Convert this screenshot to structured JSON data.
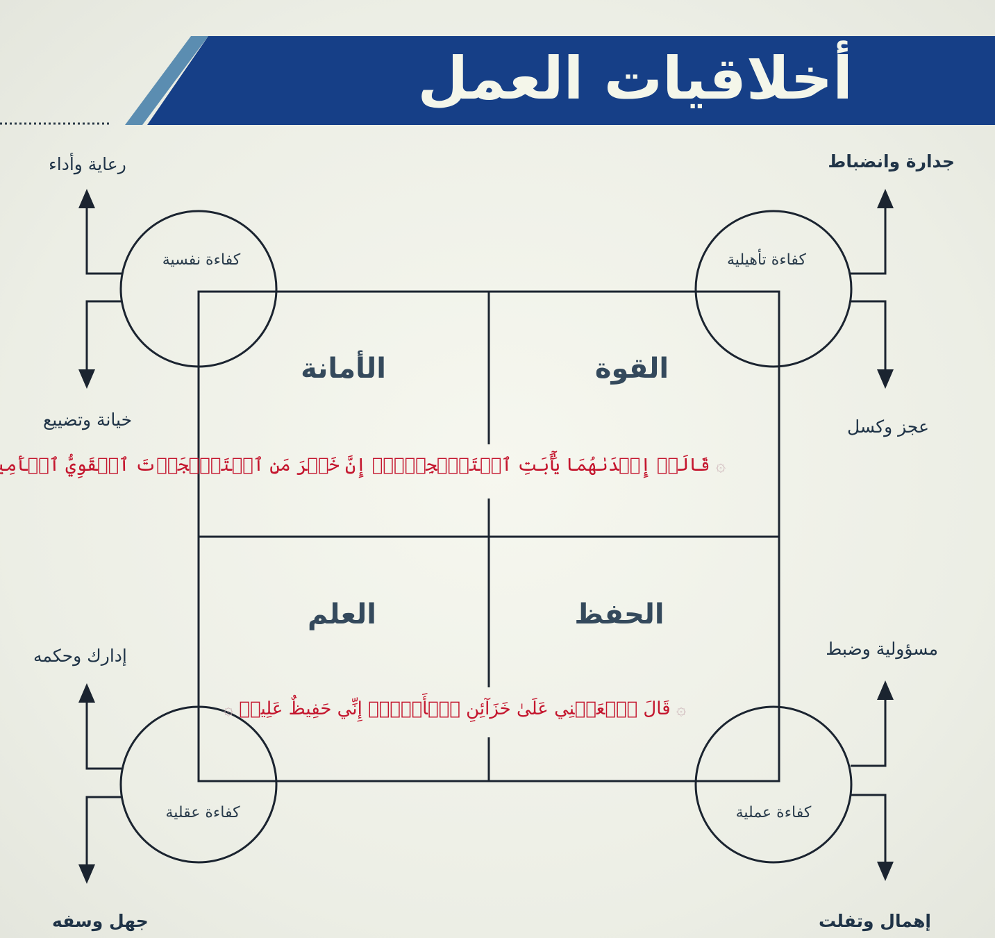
{
  "title": "أخلاقيات العمل",
  "colors": {
    "header_blue": "#163f87",
    "stripe_blue": "#5b8db1",
    "line": "#1b2430",
    "verse_red": "#c4162e",
    "heading_gray": "#34495c"
  },
  "quadrants": {
    "top_right": "القوة",
    "top_left": "الأمانة",
    "bottom_right": "الحفظ",
    "bottom_left": "العلم"
  },
  "verses": {
    "top": "قَالَتۡ إِحۡدَىٰهُمَا يَٰٓأَبَتِ ٱسۡتَـٔۡجِرۡهُۖ إِنَّ خَيۡرَ مَنِ ٱسۡتَـٔۡجَرۡتَ ٱلۡقَوِيُّ ٱلۡأَمِينُ",
    "bottom": "قَالَ ٱجۡعَلۡنِي عَلَىٰ خَزَآئِنِ ٱلۡأَرۡضِۖ إِنِّي حَفِيظٌ عَلِيمٞ"
  },
  "corners": {
    "top_right": {
      "circle": "كفاءة تأهيلية",
      "up": "جدارة وانضباط",
      "down": "عجز وكسل"
    },
    "top_left": {
      "circle": "كفاءة نفسية",
      "up": "رعاية وأداء",
      "down": "خيانة وتضييع"
    },
    "bottom_right": {
      "circle": "كفاءة عملية",
      "up": "مسؤولية وضبط",
      "down": "إهمال وتفلت"
    },
    "bottom_left": {
      "circle": "كفاءة عقلية",
      "up": "إدارك وحكمه",
      "down": "جهل وسفه"
    }
  }
}
